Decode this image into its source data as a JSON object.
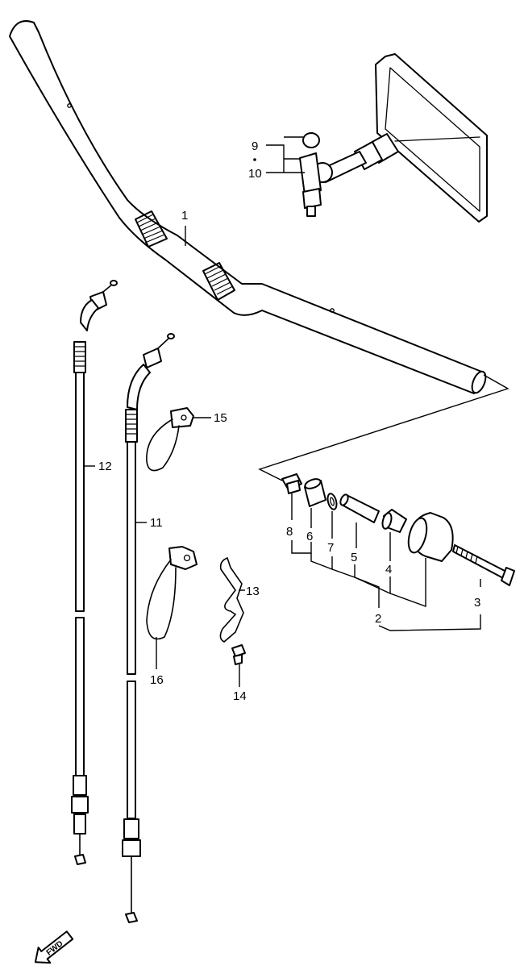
{
  "callouts": {
    "c1": "1",
    "c2": "2",
    "c3": "3",
    "c4": "4",
    "c5": "5",
    "c6": "6",
    "c7": "7",
    "c8": "8",
    "c9": "9",
    "c10": "10",
    "c11": "11",
    "c12": "12",
    "c13": "13",
    "c14": "14",
    "c15": "15",
    "c16": "16"
  },
  "fwd_label": "FWD",
  "icons": {
    "fwd_arrow": "fwd-arrow-icon"
  }
}
